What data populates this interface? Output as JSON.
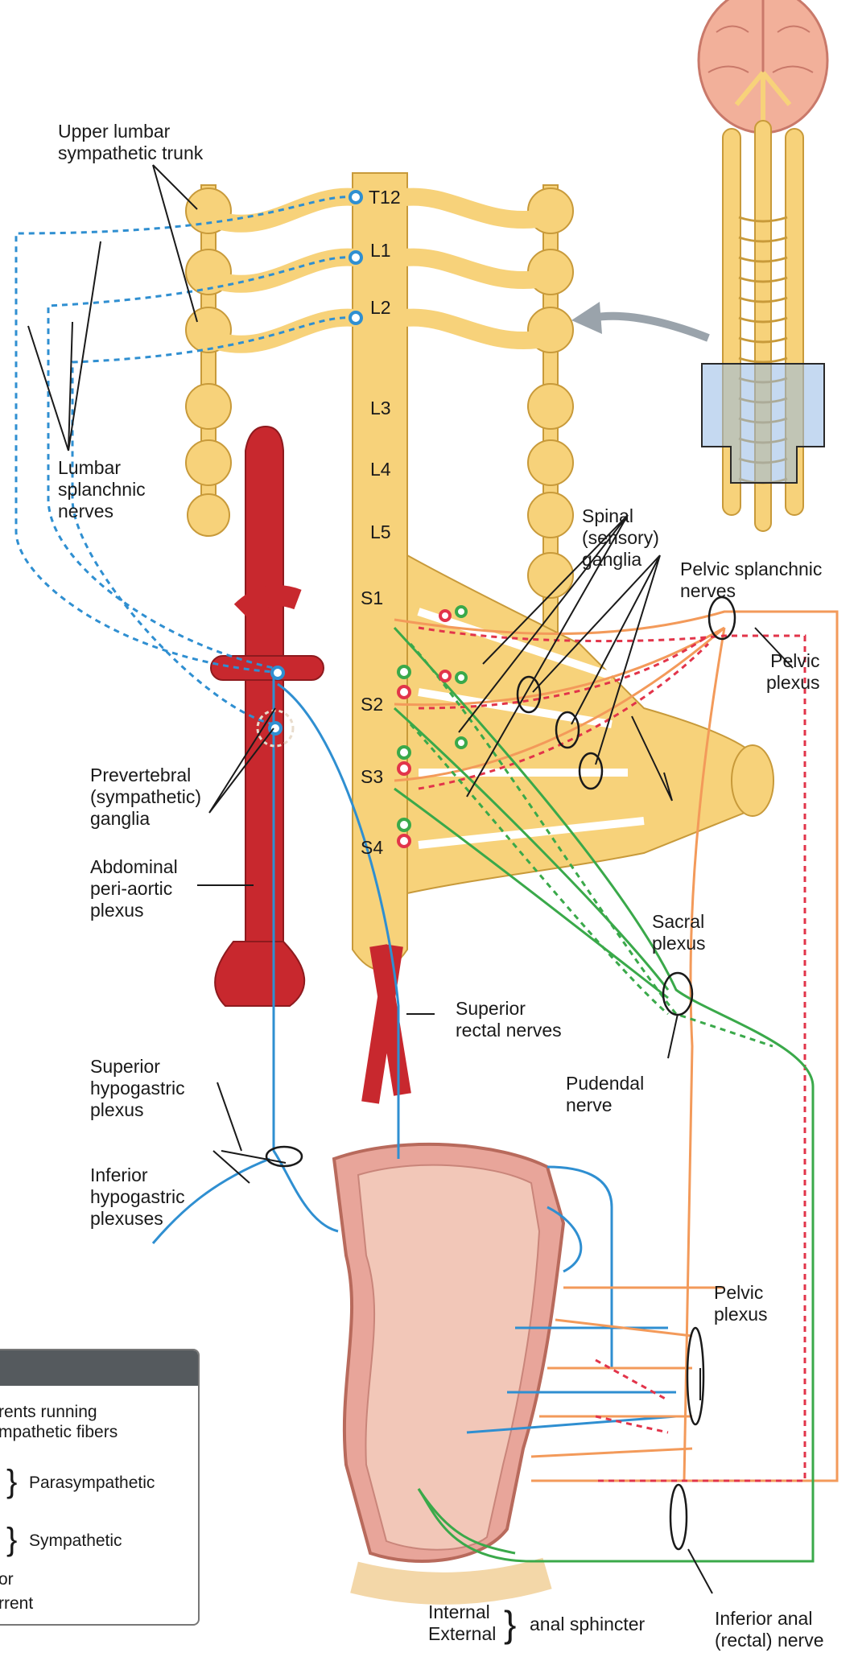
{
  "labels": {
    "upper_lumbar": "Upper lumbar\nsympathetic trunk",
    "lumbar_splanchnic": "Lumbar\nsplanchnic\nnerves",
    "spinal_ganglia": "Spinal\n(sensory)\nganglia",
    "pelvic_splanchnic": "Pelvic splanchnic\nnerves",
    "pelvic_plexus_upper": "Pelvic\nplexus",
    "prevertebral": "Prevertebral\n(sympathetic)\nganglia",
    "abdominal": "Abdominal\nperi-aortic\nplexus",
    "sacral_plexus": "Sacral\nplexus",
    "superior_rectal": "Superior\nrectal nerves",
    "pudendal": "Pudendal\nnerve",
    "superior_hypogastric": "Superior\nhypogastric\nplexus",
    "inferior_hypogastric": "Inferior\nhypogastric\nplexuses",
    "pelvic_plexus_lower": "Pelvic\nplexus",
    "internal_external": "Internal\nExternal",
    "anal_sphincter": "anal sphincter",
    "inferior_anal": "Inferior anal\n(rectal) nerve"
  },
  "segments": [
    "T12",
    "L1",
    "L2",
    "L3",
    "L4",
    "L5",
    "S1",
    "S2",
    "S3",
    "S4"
  ],
  "key": {
    "afferents": "rents running\nmpathetic fibers",
    "parasympathetic": "Parasympathetic",
    "sympathetic": "Sympathetic",
    "or": "or",
    "rrent": "rrent"
  },
  "colors": {
    "nerve_yellow": "#f7d27a",
    "nerve_outline": "#c89a3a",
    "sympathetic_blue": "#2f8fd1",
    "parasympathetic_orange": "#f39a5a",
    "afferent_red": "#e2344a",
    "somatic_green": "#3aa94a",
    "artery_red": "#c8282e",
    "rectum_pink": "#e8a59a"
  }
}
